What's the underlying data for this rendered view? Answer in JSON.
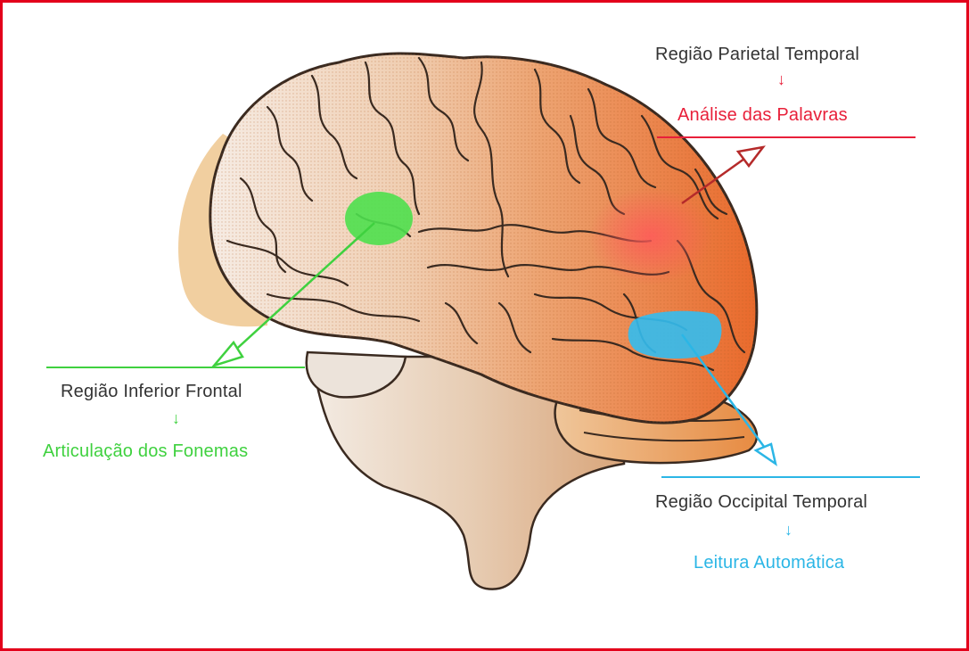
{
  "colors": {
    "frame": "#e3001b",
    "parietal": "#e8203a",
    "frontal": "#3fd13f",
    "occipital": "#2bb6e6",
    "text_dark": "#333333"
  },
  "parietal": {
    "region": "Região Parietal Temporal",
    "function": "Análise das Palavras"
  },
  "frontal": {
    "region": "Região Inferior Frontal",
    "function": "Articulação dos Fonemas"
  },
  "occipital": {
    "region": "Região Occipital Temporal",
    "function": "Leitura Automática"
  }
}
